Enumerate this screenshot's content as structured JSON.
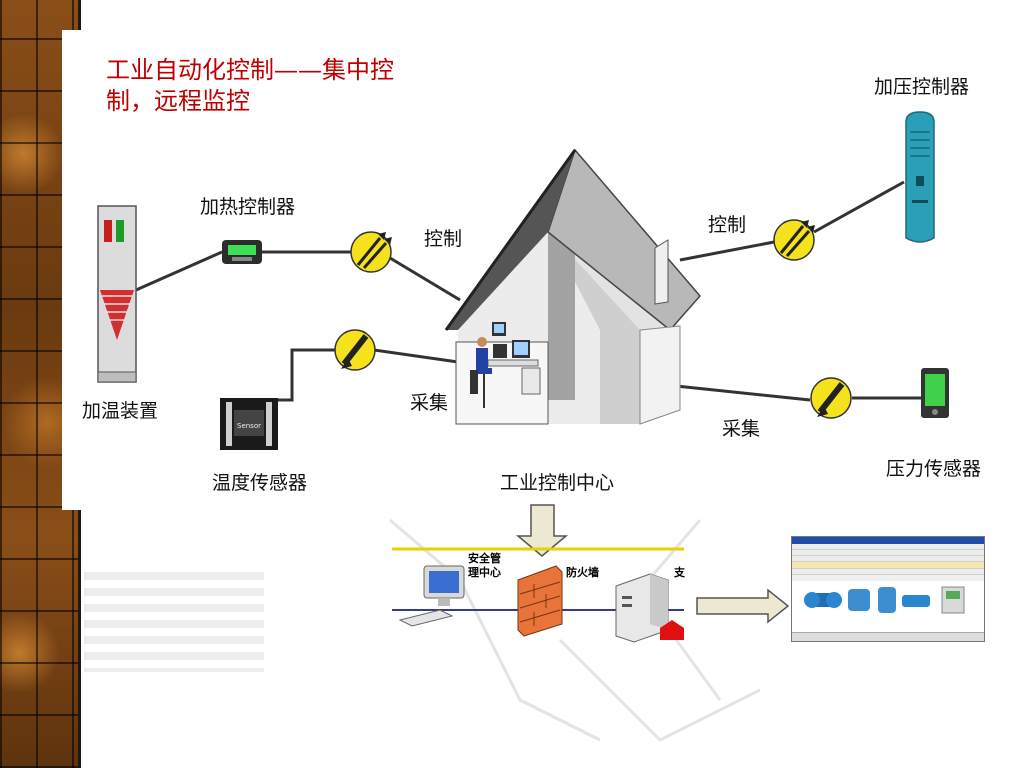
{
  "title": "工业自动化控制——集中控制，远程监控",
  "labels": {
    "heating_controller": "加热控制器",
    "heating_device": "加温装置",
    "temp_sensor": "温度传感器",
    "control_left": "控制",
    "collect_left": "采集",
    "control_center": "工业控制中心",
    "control_right": "控制",
    "collect_right": "采集",
    "pressure_controller": "加压控制器",
    "pressure_sensor": "压力传感器"
  },
  "network": {
    "security_center": "安全管理中心",
    "firewall": "防火墙",
    "server_cut": "支"
  },
  "sensor_brand": "Sensor",
  "colors": {
    "title": "#c00000",
    "signal_yellow": "#f5e21c",
    "firewall": "#e8743b",
    "panel_teal": "#2b9fb8",
    "sensor_green": "#22c722"
  }
}
